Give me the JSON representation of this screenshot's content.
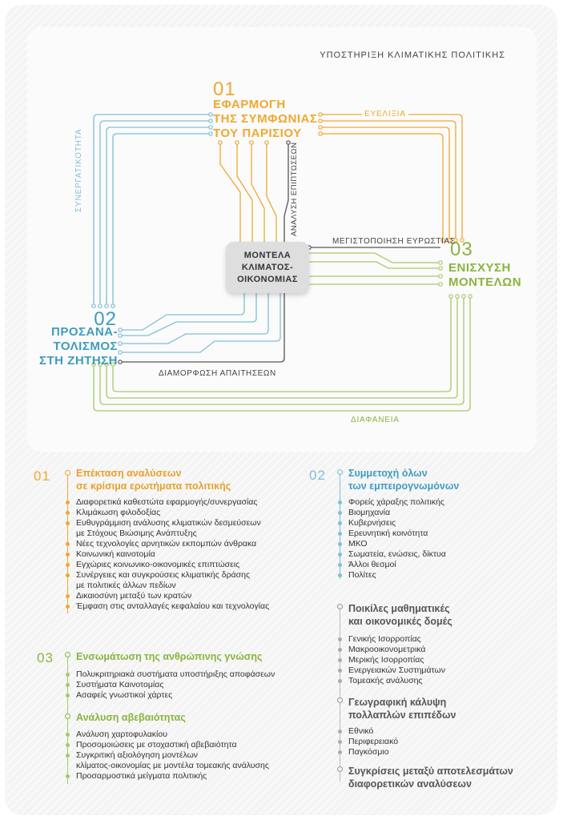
{
  "header": {
    "title": "ΥΠΟΣΤΗΡΙΞΗ ΚΛΙΜΑΤΙΚΗΣ ΠΟΛΙΤΙΚΗΣ"
  },
  "diagram": {
    "node1": {
      "number": "01",
      "lines": [
        "ΕΦΑΡΜΟΓΗ",
        "ΤΗΣ ΣΥΜΦΩΝΙΑΣ",
        "ΤΟΥ ΠΑΡΙΣΙΟΥ"
      ]
    },
    "node2": {
      "number": "02",
      "lines": [
        "ΠΡΟΣΑΝΑ-",
        "ΤΟΛΙΣΜΟΣ",
        "ΣΤΗ ΖΗΤΗΣΗ"
      ]
    },
    "node3": {
      "number": "03",
      "lines": [
        "ΕΝΙΣΧΥΣΗ",
        "ΜΟΝΤΕΛΩΝ"
      ]
    },
    "center": {
      "lines": [
        "ΜΟΝΤΕΛΑ",
        "ΚΛΙΜΑΤΟΣ-",
        "ΟΙΚΟΝΟΜΙΑΣ"
      ]
    },
    "labels": {
      "flexibility": "ΕΥΕΛΙΞΙΑ",
      "synergy": "ΣΥΝΕΡΓΑΤΙΚΟΤΗΤΑ",
      "impact_analysis": "ΑΝΑΛΥΣΗ ΕΠΙΠΤΩΣΕΩΝ",
      "robustness": "ΜΕΓΙΣΤΟΠΟΙΗΣΗ ΕΥΡΩΣΤΙΑΣ",
      "requirements": "ΔΙΑΜΟΡΦΩΣΗ ΑΠΑΙΤΗΣΕΩΝ",
      "transparency": "ΔΙΑΦΑΝΕΙΑ"
    },
    "colors": {
      "orange": "#f0a830",
      "blue": "#7fbfd6",
      "green": "#a8c86a",
      "dark": "#555555"
    }
  },
  "sections": {
    "s1": {
      "number": "01",
      "title": [
        "Επέκταση αναλύσεων",
        "σε κρίσιμα ερωτήματα πολιτικής"
      ],
      "items": [
        "Διαφορετικά καθεστώτα εφαρμογής/συνεργασίας",
        "Κλιμάκωση φιλοδοξίας",
        "Ευθυγράμμιση ανάλυσης κλιματικών δεσμεύσεων",
        "με Στόχους Βιώσιμης Ανάπτυξης",
        "Νέες τεχνολογίες αρνητικών εκπομπών άνθρακα",
        "Κοινωνική καινοτομία",
        "Εγχώριες κοινωνικο-οικονομικές επιπτώσεις",
        "Συνέργειες και συγκρούσεις κλιματικής δράσης",
        "με πολιτικές άλλων πεδίων",
        "Δικαιοσύνη μεταξύ των κρατών",
        "Έμφαση στις ανταλλαγές κεφαλαίου και τεχνολογίας"
      ]
    },
    "s2": {
      "number": "02",
      "title": [
        "Συμμετοχή όλων",
        "των εμπειρογνωμόνων"
      ],
      "items": [
        "Φορείς χάραξης πολιτικής",
        "Βιομηχανία",
        "Κυβερνήσεις",
        "Ερευνητική κοινότητα",
        "ΜΚΟ",
        "Σωματεία, ενώσεις, δίκτυα",
        "Άλλοι θεσμοί",
        "Πολίτες"
      ]
    },
    "s3": {
      "number": "03",
      "title": [
        "Ενσωμάτωση της ανθρώπινης γνώσης"
      ],
      "items": [
        "Πολυκριτηριακά συστήματα υποστήριξης αποφάσεων",
        "Συστήματα Καινοτομίας",
        "Ασαφείς γνωστικοί χάρτες"
      ]
    },
    "s3b": {
      "title": [
        "Ανάλυση αβεβαιότητας"
      ],
      "items": [
        "Ανάλυση χαρτοφυλακίου",
        "Προσομοιώσεις με στοχαστική αβεβαιότητα",
        "Συγκριτική αξιολόγηση μοντέλων",
        "κλίματος-οικονομίας με μοντέλα τομεακής ανάλυσης",
        "Προσαρμοστικά μείγματα πολιτικής"
      ]
    },
    "s4": {
      "title": [
        "Ποικίλες μαθηματικές",
        "και οικονομικές δομές"
      ],
      "items": [
        "Γενικής Ισορροπίας",
        "Μακροοικονομετρικά",
        "Μερικής Ισορροπίας",
        "Ενεργειακών Συστημάτων",
        "Τομεακής ανάλυσης"
      ]
    },
    "s5": {
      "title": [
        "Γεωγραφική κάλυψη",
        "πολλαπλών επιπέδων"
      ],
      "items": [
        "Εθνικό",
        "Περιφερειακό",
        "Παγκόσμιο"
      ]
    },
    "s6": {
      "title": [
        "Συγκρίσεις μεταξύ αποτελεσμάτων",
        "διαφορετικών αναλύσεων"
      ]
    }
  }
}
